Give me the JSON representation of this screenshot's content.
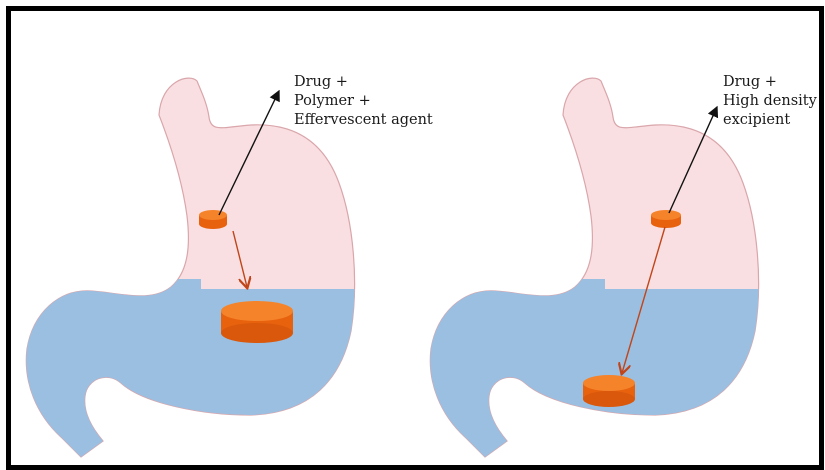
{
  "figure": {
    "panels": [
      {
        "label_lines": [
          "Drug +",
          "Polymer +",
          "Effervescent agent"
        ]
      },
      {
        "label_lines": [
          "Drug +",
          "High density",
          "excipient"
        ]
      }
    ]
  },
  "colors": {
    "frame": "#000000",
    "stomach_upper_fill": "#f9dfe1",
    "stomach_outline": "#d9a6ab",
    "gastric_fluid": "#9bbfe1",
    "tablet_side": "#e8620e",
    "tablet_top": "#f5832a",
    "arrow_pointer": "#111111",
    "arrow_path": "#c0451a"
  }
}
